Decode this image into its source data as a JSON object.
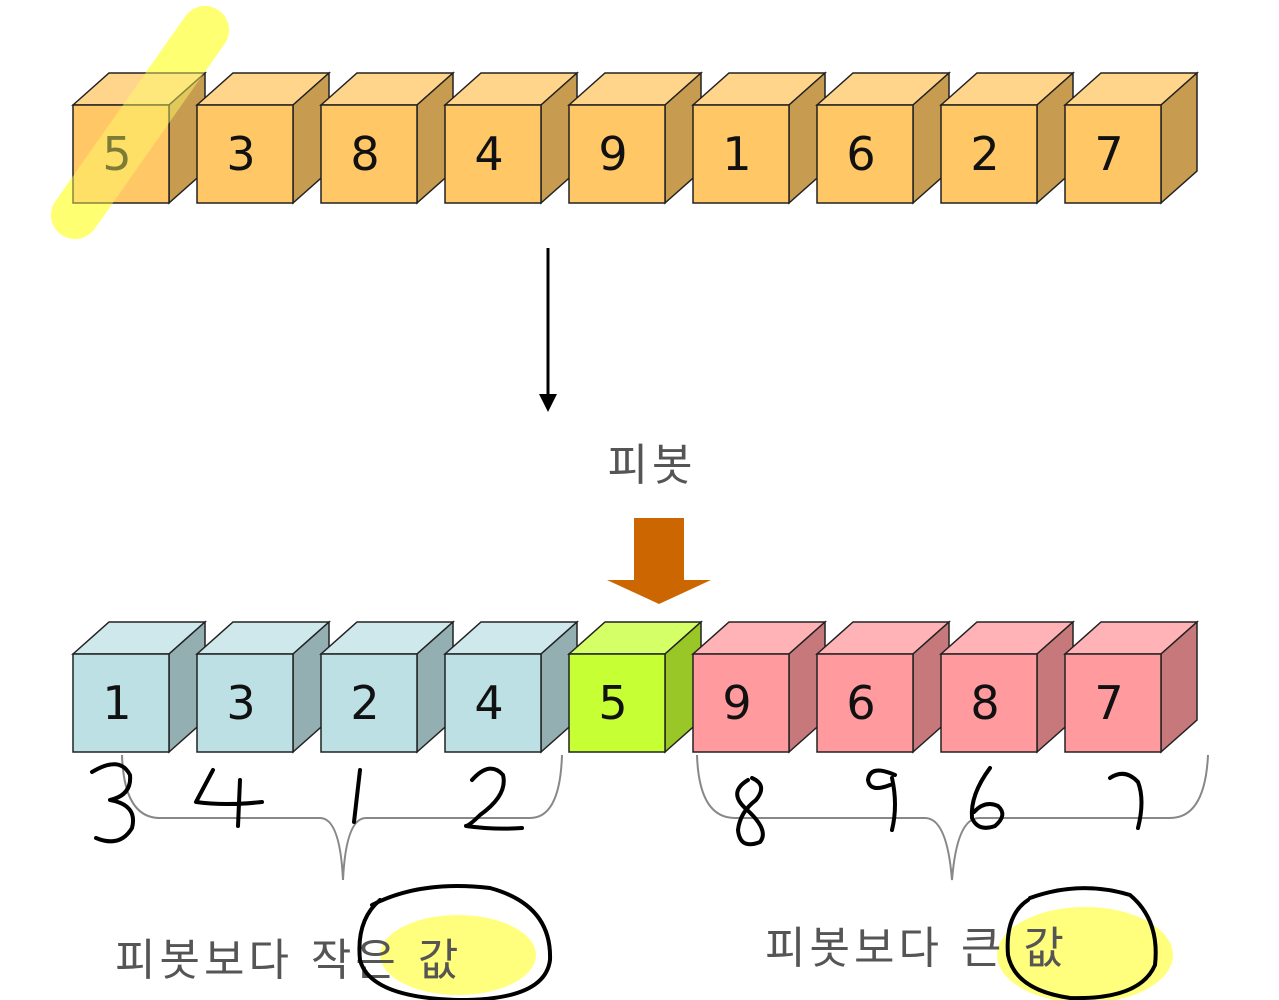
{
  "top_row": {
    "values": [
      "5",
      "3",
      "8",
      "4",
      "9",
      "1",
      "6",
      "2",
      "7"
    ],
    "color": "#ffc766",
    "pivot_highlight_color": "#ffff66"
  },
  "bottom_row": {
    "cells": [
      {
        "value": "1",
        "group": "smaller"
      },
      {
        "value": "3",
        "group": "smaller"
      },
      {
        "value": "2",
        "group": "smaller"
      },
      {
        "value": "4",
        "group": "smaller"
      },
      {
        "value": "5",
        "group": "pivot"
      },
      {
        "value": "9",
        "group": "larger"
      },
      {
        "value": "6",
        "group": "larger"
      },
      {
        "value": "8",
        "group": "larger"
      },
      {
        "value": "7",
        "group": "larger"
      }
    ],
    "colors": {
      "smaller": "#bde0e4",
      "pivot": "#c6ff33",
      "larger": "#ff9a9e"
    }
  },
  "pivot_label": "피봇",
  "pivot_arrow_color": "#cc6600",
  "groups": {
    "smaller": {
      "prefix": "피봇보다 ",
      "highlight": "작은 값"
    },
    "larger": {
      "prefix": "피봇보다 ",
      "highlight": "큰 값"
    }
  },
  "handwritten": {
    "smaller": [
      "3",
      "4",
      "1",
      "2"
    ],
    "larger": [
      "8",
      "9",
      "6",
      "7"
    ]
  },
  "highlight_color": "#ffff66"
}
